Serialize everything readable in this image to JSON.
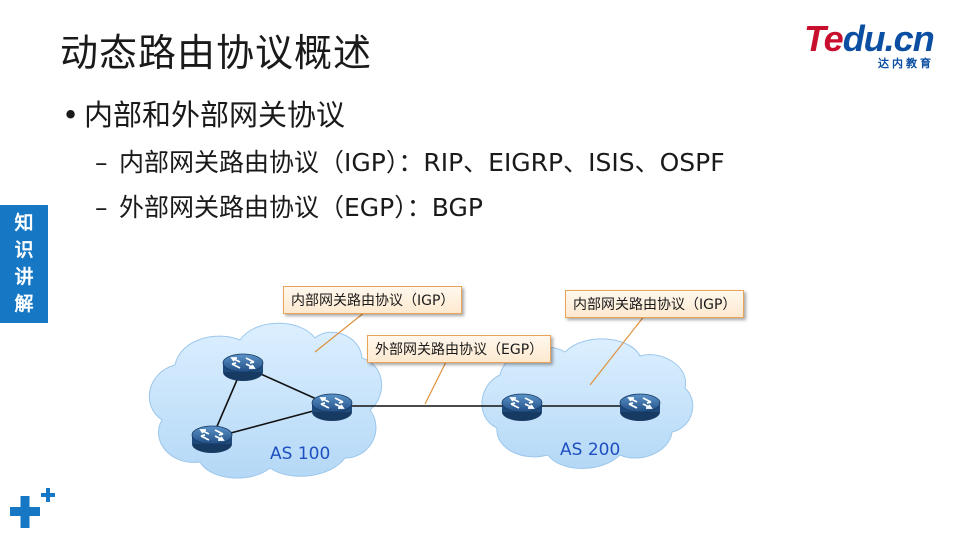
{
  "slide": {
    "title": "动态路由协议概述",
    "logo": {
      "main_red": "Te",
      "main_blue": "du.cn",
      "sub": "达内教育"
    },
    "bullet": "内部和外部网关协议",
    "subitems": [
      "内部网关路由协议（IGP）：RIP、EIGRP、ISIS、OSPF",
      "外部网关路由协议（EGP）：BGP"
    ],
    "side_tab": [
      "知",
      "识",
      "讲",
      "解"
    ]
  },
  "diagram": {
    "callout_left": "内部网关路由协议（IGP）",
    "callout_middle": "外部网关路由协议（EGP）",
    "callout_right": "内部网关路由协议（IGP）",
    "as_left": "AS 100",
    "as_right": "AS 200"
  },
  "colors": {
    "cloud_fill": "#c7e3fa",
    "accent_blue": "#1677c4",
    "logo_red": "#c8102e",
    "logo_blue": "#0b4ea2",
    "callout_border": "#e9a45a"
  }
}
